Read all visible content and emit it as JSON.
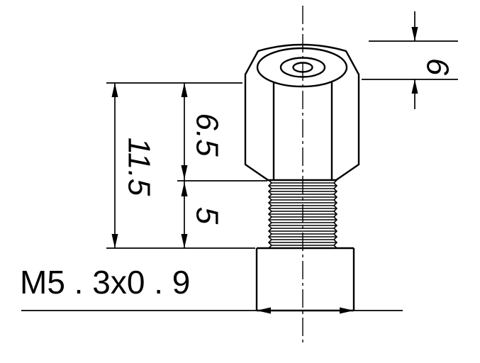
{
  "drawing": {
    "background_color": "#ffffff",
    "line_color": "#000000",
    "dimensions": {
      "head_top": "6",
      "overall_length": "11.5",
      "upper_length": "6.5",
      "thread_length": "5",
      "thread_spec": "M5 . 3x0 . 9"
    }
  }
}
